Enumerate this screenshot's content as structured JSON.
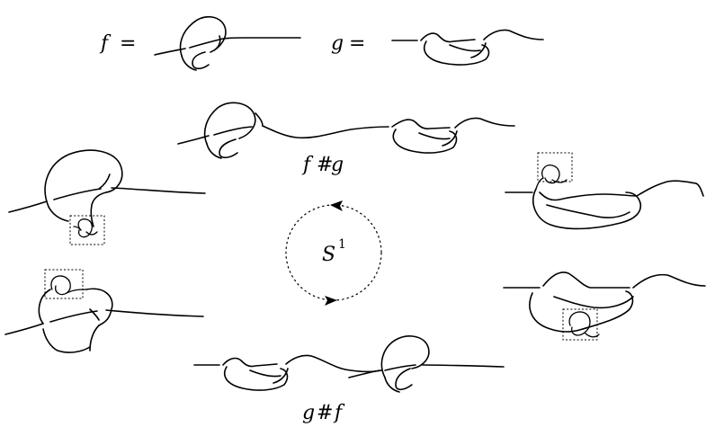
{
  "labels": {
    "f_name": "f",
    "g_name": "g",
    "equals": "=",
    "fg_a": "f",
    "fg_hash": "#",
    "fg_b": "g",
    "gf_a": "g",
    "gf_hash": "#",
    "gf_b": "f",
    "circle_symbol": "S",
    "circle_exponent": "1"
  },
  "colors": {
    "ink": "#000000",
    "background": "#ffffff"
  }
}
